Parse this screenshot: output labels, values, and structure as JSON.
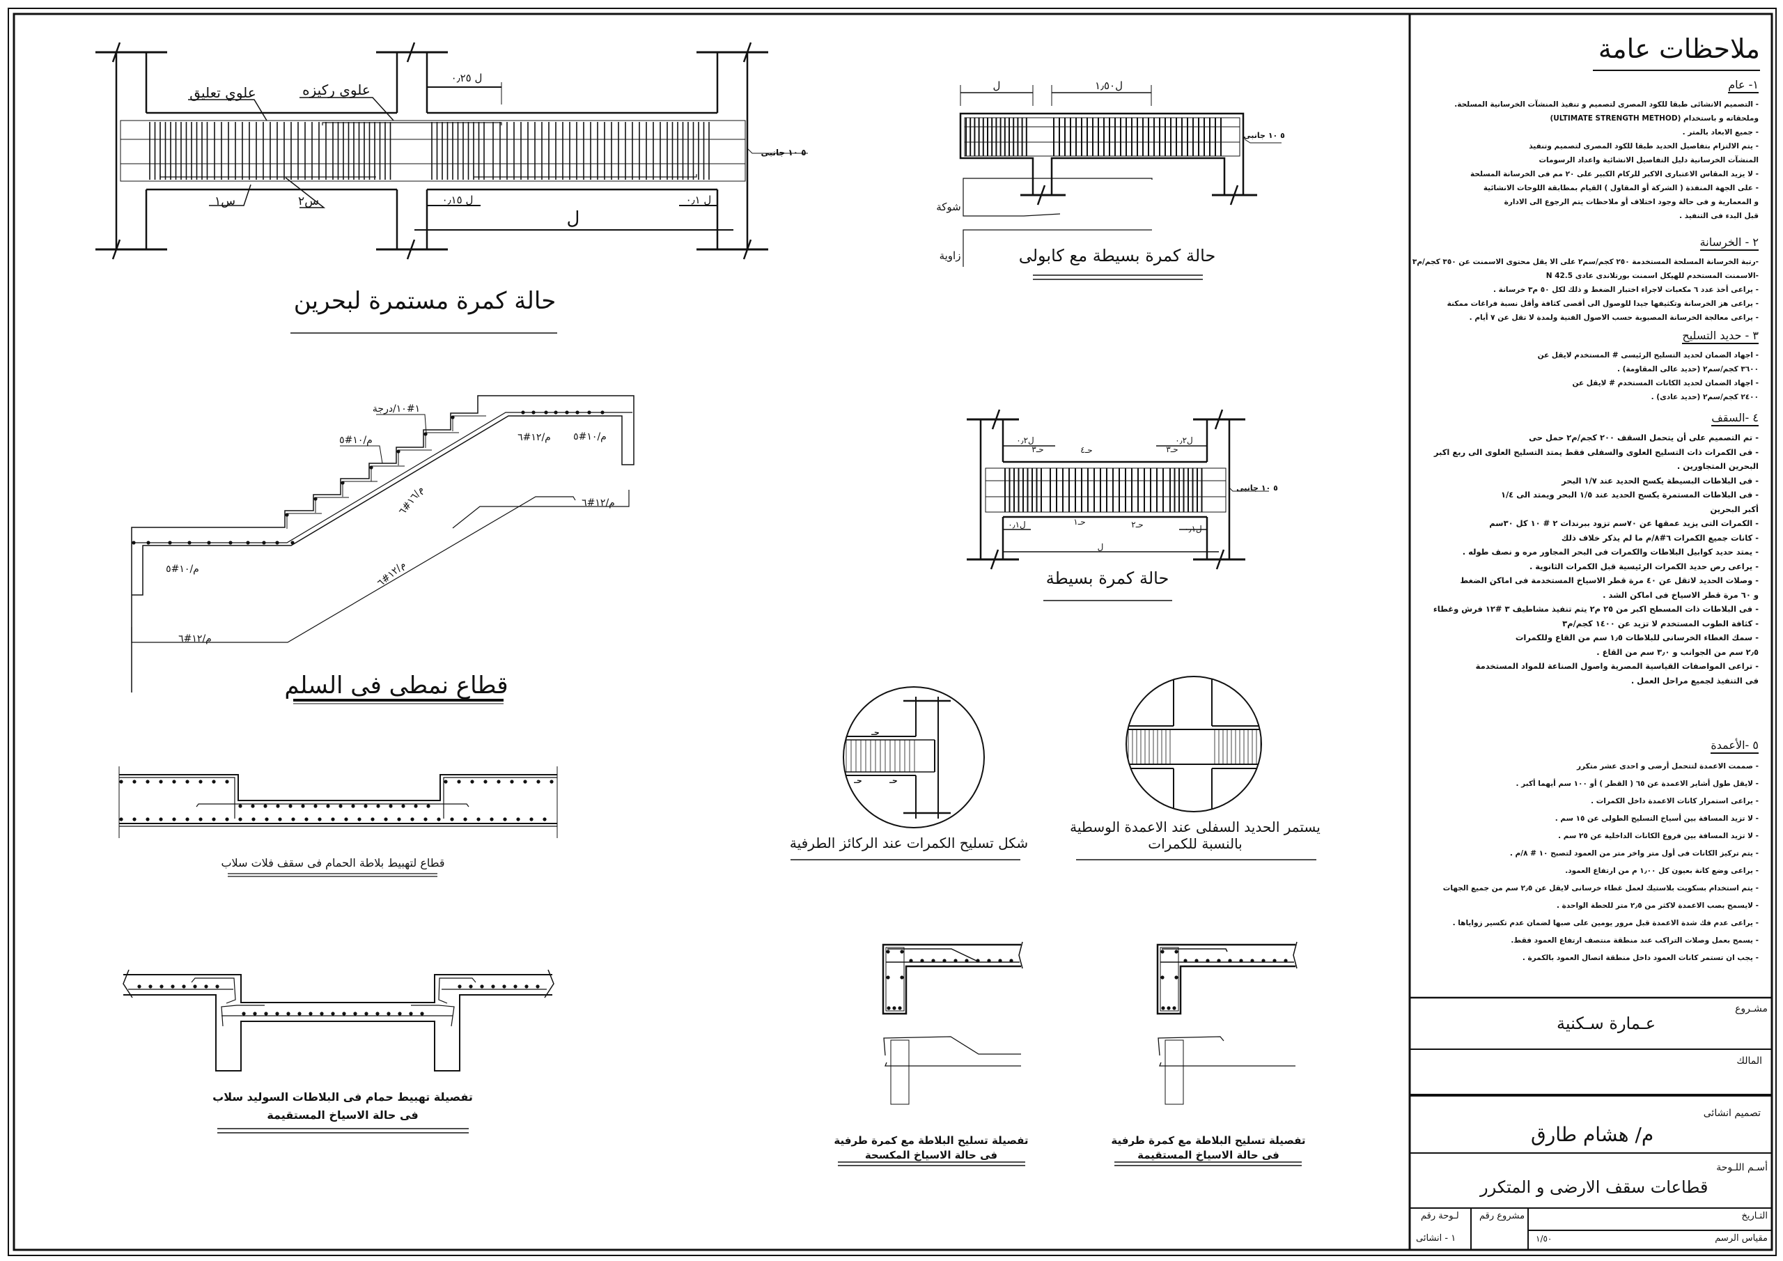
{
  "notes": {
    "title": "ملاحظات عامة",
    "sections": [
      {
        "heading": "١- عام",
        "items": [
          "- التصميم الانشائى طبقا للكود المصرى لتصميم و تنفيذ المنشآت الخرسانية المسلحة.",
          "وملحقاته و باستخدام (ULTIMATE STRENGTH METHOD)",
          "- جميع الابعاد بالمتر .",
          "- يتم الالتزام بتفاصيل الحديد طبقا للكود المصرى لتصميم وتنفيذ",
          "المنشآت الخرسانية دليل التفاصيل الانشائية واعداد الرسومات",
          "- لا يزيد المقاس الاعتبارى الاكبر للركام الكبير على ٢٠ مم فى الخرسانة المسلحة",
          "- على الجهة المنفذة ( الشركة أو المقاول ) القيام بمطابقة اللوحات الانشائية",
          "و المعمارية و فى حالة وجود اختلاف أو ملاحظات يتم الرجوع الى الادارة",
          "قبل البدء فى التنفيذ ."
        ]
      },
      {
        "heading": "٢ - الخرسانة",
        "items": [
          "-رتبة الخرسانة المسلحة المستخدمة ٢٥٠ كجم/سم٢ على الا يقل محتوى الاسمنت عن ٣٥٠ كجم/م٣",
          "-الاسمنت المستخدم للهيكل اسمنت بورتلاندى عادى N 42.5",
          "- يراعى أخذ عدد ٦ مكعبات لاجراء اختبار الضغط و ذلك لكل ٥٠ م٣ خرسانة .",
          "- يراعى هز الخرسانة وتكثيفها جيدا للوصول الى أقصى كثافة وأقل نسبة فراغات ممكنة",
          "- يراعى معالجة الخرسانة المصبوبة حسب الاصول الفنية ولمدة لا تقل عن ٧ أيام ."
        ]
      },
      {
        "heading": "٣ - حديد التسليح",
        "items": [
          "- اجهاد الضمان لحديد التسليح الرئيسى # المستخدم لايقل عن",
          "٣٦٠٠ كجم/سم٢ (حديد عالى المقاومة) .",
          "- اجهاد الضمان لحديد الكانات المستخدم # لايقل عن",
          "٢٤٠٠ كجم/سم٢ (حديد عادى) ."
        ]
      },
      {
        "heading": "٤ -السقف",
        "items": [
          "- تم التصميم على أن يتحمل السقف ٢٠٠ كجم/م٢ حمل حى",
          "- فى الكمرات ذات التسليح العلوى والسفلى فقط يمتد التسليح العلوى الى ربع اكبر",
          "البحرين المتجاورين .",
          "- فى البلاطات البسيطة يكسح الحديد عند ١/٧ البحر",
          "- فى البلاطات المستمرة يكسح الحديد عند ١/٥ البحر ويمتد الى ١/٤",
          "أكبر البحرين",
          "- الكمرات التى يزيد عمقها عن ٧٠سم تزود ببرندات ٢ # ١٠ كل ٣٠سم",
          "- كانات جميع الكمرات ٦#٨/م ما لم يذكر خلاف ذلك",
          "- يمتد حديد كوابيل البلاطات والكمرات فى البحر المجاور مره و نصف طوله .",
          "- يراعى رص حديد الكمرات الرئيسية قبل الكمرات الثانوية .",
          "- وصلات الحديد لاتقل عن ٤٠ مرة قطر الاسياخ المستخدمة فى اماكن الضغط",
          "و ٦٠ مرة قطر الاسياخ فى اماكن الشد .",
          "- فى البلاطات ذات المسطح اكبر من ٢٥ م٢ يتم تنفيذ مشاطيف ٣ #١٢ فرش وغطاء",
          "- كثافة الطوب المستخدم لا تزيد عن ١٤٠٠ كجم/م٣",
          "- سمك الغطاء الخرسانى للبلاطات ١٫٥ سم من القاع وللكمرات",
          "٢٫٥ سم من الجوانب و ٣٫٠ سم من القاع .",
          "- تراعى المواصفات القياسية المصرية واصول الصناعة للمواد المستخدمة",
          "فى التنفيذ لجميع مراحل العمل ."
        ]
      },
      {
        "heading": "٥ -الأعمدة",
        "items": [
          "- صممت الاعمدة لتتحمل أرضى و احدى عشر متكرر",
          "- لايقل طول أشاير الاعمدة عن ٦٥ ( القطر ) أو ١٠٠ سم أيهما أكبر .",
          "- يراعى استمرار كانات الاعمدة داخل الكمرات .",
          "- لا تزيد المسافة بين أسياخ التسليح الطولى عن ١٥ سم .",
          "- لا تزيد المسافة بين فروع الكانات الداخلية عن ٢٥ سم .",
          "- يتم تركيز الكانات فى أول متر واخر متر من العمود لتصبح ١٠ # ٨/م .",
          "- يراعى وضع كانة بعيون كل ١٫٠٠ م من ارتفاع العمود.",
          "- يتم استخدام بسكويت بلاستيك لعمل غطاء خرسانى لايقل عن ٢٫٥ سم من جميع الجهات",
          "- لايسمح بصب الاعمدة لاكثر من ٢٫٥ متر للحطة الواحدة .",
          "- يراعى عدم فك شدة الاعمدة قبل مرور يومين على صبها لضمان عدم تكسير زواياها .",
          "- يسمح بعمل وصلات التراكب عند منطقة منتصف ارتفاع العمود فقط.",
          "- يجب ان تستمر كانات العمود داخل منطقة اتصال العمود بالكمرة ."
        ]
      }
    ]
  },
  "title_block": {
    "project_label": "مشـروع",
    "project_value": "عـمارة سـكنية",
    "owner_label": "المالك",
    "design_label": "تصميم انشائى",
    "designer": "م/ هشام طارق",
    "sheet_name_label": "أسـم اللـوحة",
    "sheet_name": "قطاعات سقف الارضى و المتكرر",
    "date_label": "التـاريخ",
    "scale_label": "مقياس الرسم",
    "scale_value": "١/٥٠",
    "project_no_label": "مشروع رقم",
    "sheet_no_label": "لـوحة رقم",
    "sheet_no_value": "١ - انشائى"
  },
  "drawings": {
    "continuous_beam": {
      "title": "حالة كمرة مستمرة لبحرين",
      "top_hanger": "علوي تعليق",
      "top_support": "علوي ركيزه",
      "dim_025": "ل ٠٫٢٥",
      "dim_015": "ل ٠٫١٥",
      "dim_01": "ل ٠٫١",
      "span": "ل",
      "bottom1": "س١",
      "bottom2": "س٢",
      "side_bars": "٥ ١٠ جانبى"
    },
    "cantilever_beam": {
      "title": "حالة كمرة بسيطة مع كابولى",
      "dim_l": "ل",
      "dim_15": "ل١٫٥٠",
      "side_bars": "٥ ١٠ جانبى",
      "thorn": "شوكة",
      "angle": "زاوية"
    },
    "stair": {
      "title": "قطاع نمطى فى السلم",
      "per_step": "١#١٠/درجة",
      "l1": "م/١٠#٥",
      "l2": "م/١٠#٥",
      "l3": "م/١٢#٦",
      "l4": "م/١٠#٥",
      "l5": "م/١٦#٦",
      "l6": "م/١٢#٦",
      "l7": "م/١٢#٦",
      "l8": "م/١٢#٦"
    },
    "simple_beam": {
      "title": "حالة كمرة بسيطة",
      "dim_02": "ل٠٫٢",
      "dim_01": "ل٠٫١",
      "span": "ل",
      "h1": "حـ١",
      "h2": "حـ٢",
      "h3": "حـ٣",
      "h4": "حـ٤",
      "side_bars": "٥ ١٠ جانبى"
    },
    "edge_support": {
      "title": "شكل تسليح الكمرات عند الركائز الطرفية",
      "h": "حـ"
    },
    "middle_support": {
      "title_1": "يستمر الحديد السفلى عند الاعمدة الوسطية",
      "title_2": "بالنسبة للكمرات"
    },
    "flat_slab_drop": {
      "title": "قطاع لتهبيط بلاطة الحمام فى سقف فلات سلاب"
    },
    "solid_slab_drop": {
      "title_1": "تفصيلة تهبيط حمام فى البلاطات السوليد سلاب",
      "title_2": "فى حالة الاسياخ المستقيمة"
    },
    "edge_beam_bent": {
      "title_1": "تفصيلة تسليح البلاطة مع كمرة طرفية",
      "title_2": "فى حالة الاسياخ المكسحة"
    },
    "edge_beam_straight": {
      "title_1": "تفصيلة تسليح البلاطة مع كمرة طرفية",
      "title_2": "فى حالة الاسياخ المستقيمة"
    }
  }
}
